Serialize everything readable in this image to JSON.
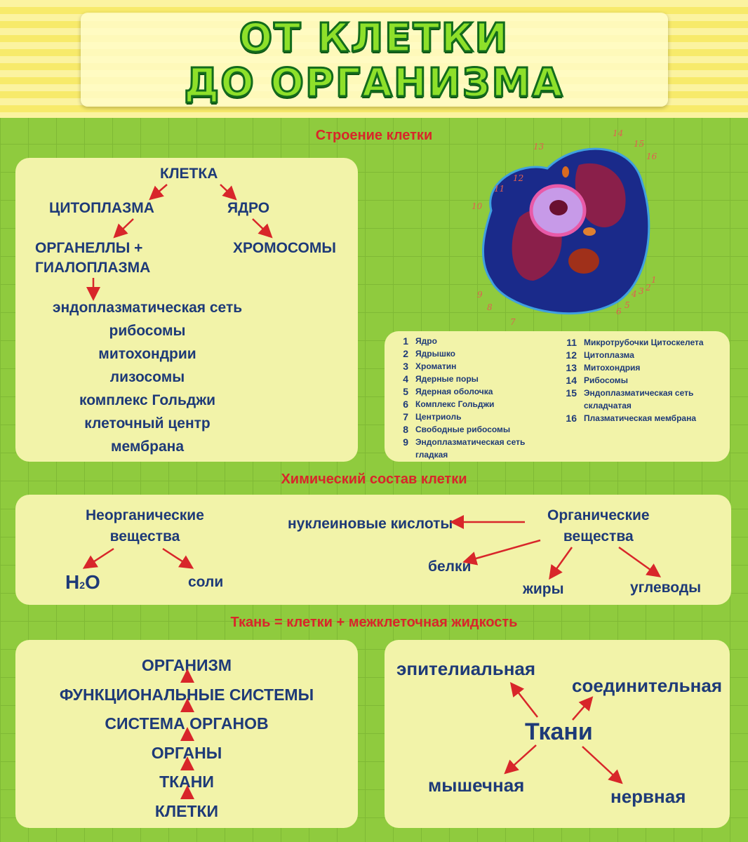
{
  "title": {
    "line1": "ОТ КЛЕТКИ",
    "line2": "ДО ОРГАНИЗМА"
  },
  "sections": {
    "structure": "Строение клетки",
    "chemistry": "Химический состав клетки",
    "tissue": "Ткань = клетки + межклеточная жидкость"
  },
  "structure": {
    "cell": "КЛЕТКА",
    "cytoplasm": "ЦИТОПЛАЗМА",
    "nucleus": "ЯДРО",
    "organelles_line1": "ОРГАНЕЛЛЫ +",
    "organelles_line2": "ГИАЛОПЛАЗМА",
    "chromosomes": "ХРОМОСОМЫ",
    "list": [
      "эндоплазматическая сеть",
      "рибосомы",
      "митохондрии",
      "лизосомы",
      "комплекс Гольджи",
      "клеточный центр",
      "мембрана"
    ]
  },
  "legend": {
    "left": [
      {
        "n": "1",
        "label": "Ядро"
      },
      {
        "n": "2",
        "label": "Ядрышко"
      },
      {
        "n": "3",
        "label": "Хроматин"
      },
      {
        "n": "4",
        "label": "Ядерные поры"
      },
      {
        "n": "5",
        "label": "Ядерная оболочка"
      },
      {
        "n": "6",
        "label": "Комплекс Гольджи"
      },
      {
        "n": "7",
        "label": "Центриоль"
      },
      {
        "n": "8",
        "label": "Свободные рибосомы"
      },
      {
        "n": "9",
        "label": "Эндоплазматическая сеть",
        "label2": "гладкая"
      }
    ],
    "right": [
      {
        "n": "11",
        "label": "Микротрубочки Цитоскелета"
      },
      {
        "n": "12",
        "label": "Цитоплазма"
      },
      {
        "n": "13",
        "label": "Митохондрия"
      },
      {
        "n": "14",
        "label": "Рибосомы"
      },
      {
        "n": "15",
        "label": "Эндоплазматическая сеть",
        "label2": "складчатая"
      },
      {
        "n": "16",
        "label": "Плазматическая мембрана"
      }
    ]
  },
  "cell_labels": [
    "1",
    "2",
    "3",
    "4",
    "5",
    "6",
    "7",
    "8",
    "9",
    "10",
    "11",
    "12",
    "13",
    "14",
    "15",
    "16"
  ],
  "chemistry": {
    "inorganic_line1": "Неорганические",
    "inorganic_line2": "вещества",
    "water": "H",
    "water_sub": "2",
    "water_o": "O",
    "salts": "соли",
    "nucleic": "нуклеиновые кислоты",
    "organic_line1": "Органические",
    "organic_line2": "вещества",
    "proteins": "белки",
    "fats": "жиры",
    "carbs": "углеводы"
  },
  "hierarchy": [
    "ОРГАНИЗМ",
    "ФУНКЦИОНАЛЬНЫЕ СИСТЕМЫ",
    "СИСТЕМА ОРГАНОВ",
    "ОРГАНЫ",
    "ТКАНИ",
    "КЛЕТКИ"
  ],
  "tissues": {
    "center": "Ткани",
    "epithelial": "эпителиальная",
    "connective": "соединительная",
    "muscle": "мышечная",
    "nervous": "нервная"
  }
}
